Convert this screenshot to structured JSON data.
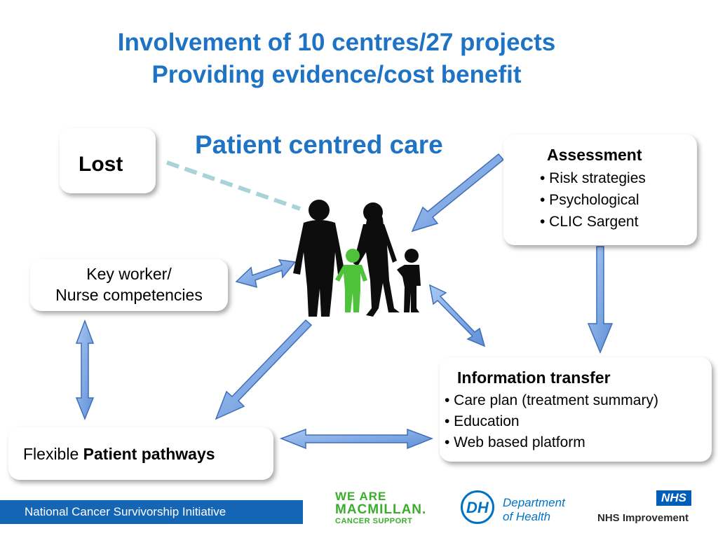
{
  "title": {
    "line1": "Involvement of 10 centres/27 projects",
    "line2": "Providing evidence/cost benefit"
  },
  "subtitle": "Patient centred care",
  "boxes": {
    "lost": "Lost",
    "assessment": {
      "heading": "Assessment",
      "items": [
        "• Risk strategies",
        "• Psychological",
        "• CLIC Sargent"
      ]
    },
    "key_worker": {
      "line1": "Key worker/",
      "line2": "Nurse competencies"
    },
    "information_transfer": {
      "heading": "Information transfer",
      "items": [
        "• Care plan (treatment summary)",
        "• Education",
        "• Web based platform"
      ]
    },
    "flexible": {
      "prefix": "Flexible ",
      "bold": "Patient pathways"
    }
  },
  "footer": {
    "initiative": "National Cancer Survivorship Initiative",
    "macmillan": {
      "line1": "WE ARE",
      "line2": "MACMILLAN.",
      "line3": "CANCER SUPPORT"
    },
    "dh": {
      "abbr": "DH",
      "line1": "Department",
      "line2": "of Health"
    },
    "nhs": {
      "badge": "NHS",
      "name": "NHS Improvement"
    }
  },
  "colors": {
    "title": "#1f73c4",
    "arrow_fill": "#7aa7e8",
    "arrow_stroke": "#3f6fb8",
    "silhouette": "#0d0d0d",
    "child_green": "#4ec23a",
    "dashed_line": "#a9d3d9",
    "footer_bar": "#1565b5",
    "macmillan_green": "#3aae2c",
    "dh_blue": "#0072c6",
    "nhs_blue": "#005eb8"
  },
  "icons": [
    "family-silhouette-icon",
    "macmillan-logo",
    "dh-logo",
    "nhs-logo"
  ]
}
